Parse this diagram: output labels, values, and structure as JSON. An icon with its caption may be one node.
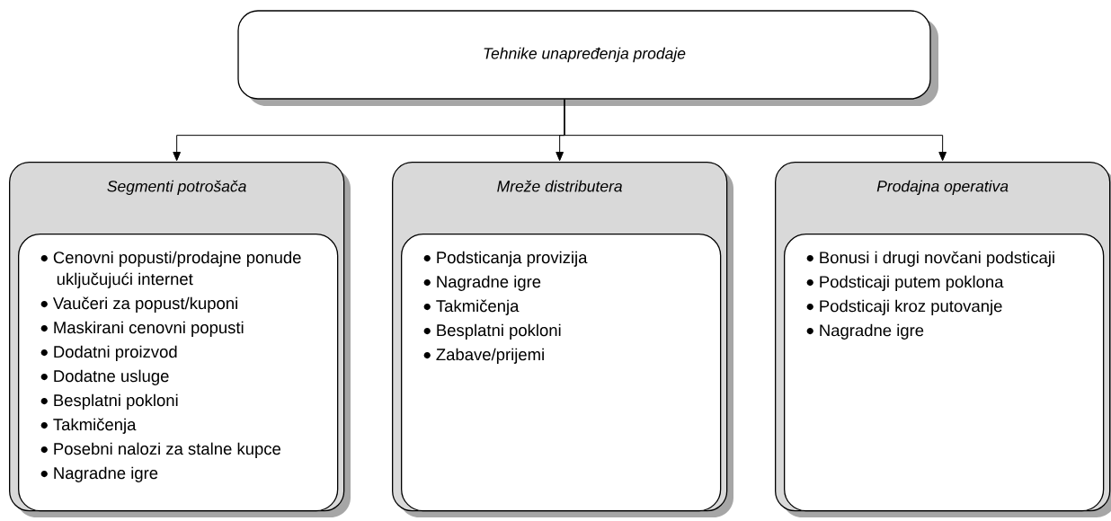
{
  "diagram": {
    "nodes": [
      {
        "text": [
          "Tehnike unapređenja prodaje"
        ]
      },
      {
        "text": [
          "Segmenti potrošača"
        ]
      },
      {
        "text": [
          "Cenovni popusti/prodajne ponude uključujući internet",
          "Vaučeri za popust/kuponi",
          "Maskirani cenovni popusti",
          "Dodatni proizvod",
          "Dodatne usluge",
          "Besplatni pokloni",
          "Takmičenja",
          "Posebni nalozi za stalne kupce",
          "Nagradne igre"
        ],
        "in": 1
      },
      {
        "text": [
          "Mreže distributera"
        ]
      },
      {
        "text": [
          "Podsticanja provizija",
          "Nagradne igre",
          "Takmičenja",
          "Besplatni pokloni",
          "Zabave/prijemi"
        ],
        "in": 3
      },
      {
        "text": [
          "Prodajna operativa"
        ]
      },
      {
        "text": [
          "Bonusi i drugi novčani podsticaji",
          "Podsticaji putem poklona",
          "Podsticaji kroz putovanje",
          "Nagradne igre"
        ],
        "in": 5
      }
    ],
    "edges": [
      {
        "from": 0,
        "to": 1,
        "arrow": "to"
      },
      {
        "from": 0,
        "to": 3,
        "arrow": "to"
      },
      {
        "from": 0,
        "to": 5,
        "arrow": "to"
      }
    ]
  }
}
